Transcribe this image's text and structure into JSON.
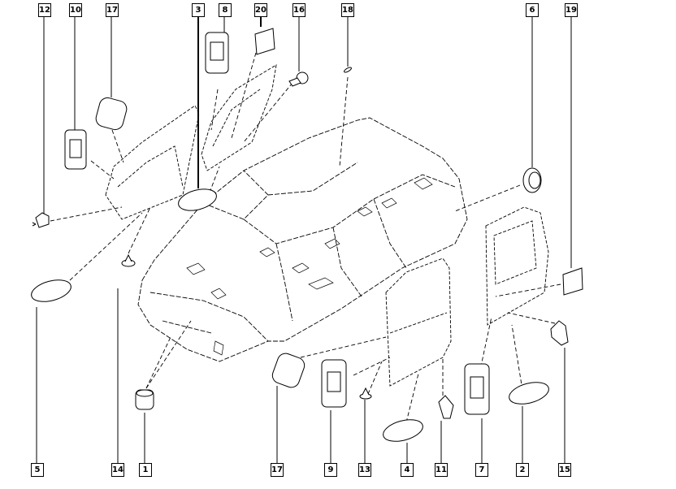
{
  "diagram": {
    "type": "exploded-parts-view",
    "subject": "vehicle body shell with doors and plugs/grommets",
    "line_color": "#000000",
    "background": "#ffffff",
    "callouts_top": [
      "12",
      "10",
      "17",
      "3",
      "8",
      "20",
      "16",
      "18",
      "6",
      "19"
    ],
    "callouts_bottom": [
      "5",
      "14",
      "1",
      "17",
      "9",
      "13",
      "4",
      "11",
      "7",
      "2",
      "15"
    ],
    "parts": [
      {
        "ref": "1",
        "name": "round-plug"
      },
      {
        "ref": "2",
        "name": "oval-plug-rear-door"
      },
      {
        "ref": "3",
        "name": "oval-plug-front-door-upper"
      },
      {
        "ref": "4",
        "name": "oval-plug-rear-door-lower"
      },
      {
        "ref": "5",
        "name": "oval-plug-front-left"
      },
      {
        "ref": "6",
        "name": "round-grommet"
      },
      {
        "ref": "7",
        "name": "rectangular-handle-insert-rear"
      },
      {
        "ref": "8",
        "name": "rectangular-handle-insert-front-right"
      },
      {
        "ref": "9",
        "name": "rectangular-handle-insert-rear-left"
      },
      {
        "ref": "10",
        "name": "rectangular-handle-insert-front-left"
      },
      {
        "ref": "11",
        "name": "clip-rear-door"
      },
      {
        "ref": "12",
        "name": "clip-front-door"
      },
      {
        "ref": "13",
        "name": "push-pin-rear"
      },
      {
        "ref": "14",
        "name": "push-pin-front"
      },
      {
        "ref": "15",
        "name": "clip-rear-right"
      },
      {
        "ref": "16",
        "name": "clip-front-right"
      },
      {
        "ref": "17",
        "name": "foam-pad"
      },
      {
        "ref": "18",
        "name": "roof-plug"
      },
      {
        "ref": "19",
        "name": "square-adhesive-patch-rear"
      },
      {
        "ref": "20",
        "name": "square-adhesive-patch-front"
      }
    ]
  }
}
